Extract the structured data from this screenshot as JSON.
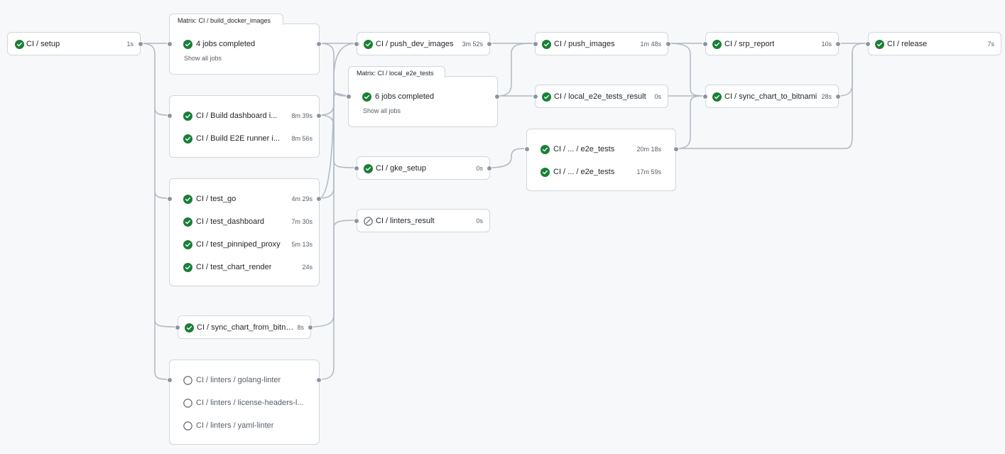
{
  "colors": {
    "success": "#1a7f37",
    "pending": "#57606a",
    "skipped": "#57606a",
    "edge": "#afb8c1"
  },
  "jobs": {
    "setup": {
      "name": "CI / setup",
      "duration": "1s",
      "status": "success"
    },
    "build_docker_images": {
      "matrix": "Matrix: CI / build_docker_images",
      "summary": "4 jobs completed",
      "show_all": "Show all jobs",
      "status": "success"
    },
    "build_images": [
      {
        "name": "CI / Build dashboard i...",
        "duration": "8m 39s",
        "status": "success"
      },
      {
        "name": "CI / Build E2E runner i...",
        "duration": "8m 56s",
        "status": "success"
      }
    ],
    "tests": [
      {
        "name": "CI / test_go",
        "duration": "4m 29s",
        "status": "success"
      },
      {
        "name": "CI / test_dashboard",
        "duration": "7m 30s",
        "status": "success"
      },
      {
        "name": "CI / test_pinniped_proxy",
        "duration": "5m 13s",
        "status": "success"
      },
      {
        "name": "CI / test_chart_render",
        "duration": "24s",
        "status": "success"
      }
    ],
    "sync_chart_from_bitnami": {
      "name": "CI / sync_chart_from_bitna...",
      "duration": "8s",
      "status": "success"
    },
    "linters": [
      {
        "name": "CI / linters / golang-linter",
        "duration": "",
        "status": "pending"
      },
      {
        "name": "CI / linters / license-headers-l...",
        "duration": "",
        "status": "pending"
      },
      {
        "name": "CI / linters / yaml-linter",
        "duration": "",
        "status": "pending"
      }
    ],
    "push_dev_images": {
      "name": "CI / push_dev_images",
      "duration": "3m 52s",
      "status": "success"
    },
    "local_e2e_tests": {
      "matrix": "Matrix: CI / local_e2e_tests",
      "summary": "6 jobs completed",
      "show_all": "Show all jobs",
      "status": "success"
    },
    "gke_setup": {
      "name": "CI / gke_setup",
      "duration": "0s",
      "status": "success"
    },
    "linters_result": {
      "name": "CI / linters_result",
      "duration": "0s",
      "status": "skipped"
    },
    "push_images": {
      "name": "CI / push_images",
      "duration": "1m 48s",
      "status": "success"
    },
    "local_e2e_tests_result": {
      "name": "CI / local_e2e_tests_result",
      "duration": "0s",
      "status": "success"
    },
    "e2e_tests": [
      {
        "name": "CI / ... / e2e_tests",
        "duration": "20m 18s",
        "status": "success"
      },
      {
        "name": "CI / ... / e2e_tests",
        "duration": "17m 59s",
        "status": "success"
      }
    ],
    "srp_report": {
      "name": "CI / srp_report",
      "duration": "10s",
      "status": "success"
    },
    "sync_chart_to_bitnami": {
      "name": "CI / sync_chart_to_bitnami",
      "duration": "28s",
      "status": "success"
    },
    "release": {
      "name": "CI / release",
      "duration": "7s",
      "status": "success"
    }
  }
}
